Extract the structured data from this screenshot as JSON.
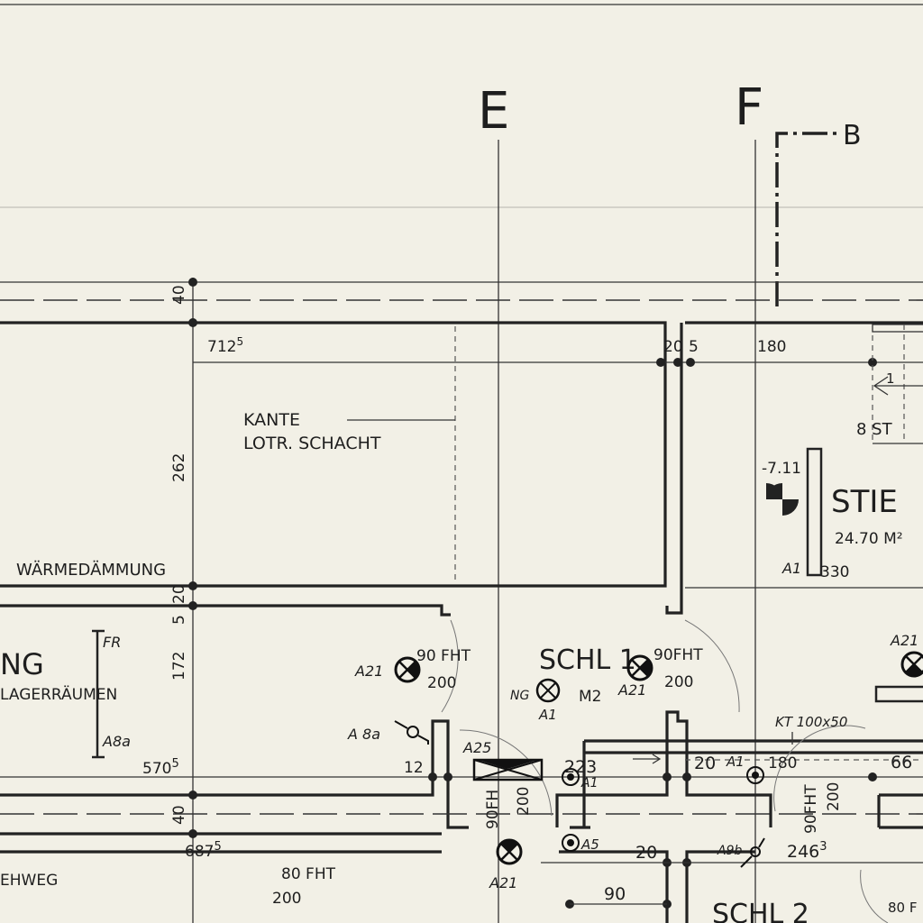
{
  "grid": {
    "axis_e": "E",
    "axis_f": "F",
    "section": "B"
  },
  "shaft": {
    "label_line1": "KANTE",
    "label_line2": "LOTR. SCHACHT"
  },
  "insulation": "WÄRMEDÄMMUNG",
  "left_room": {
    "name_fragment": "NG",
    "subtitle_fragment": "LAGERRÄUMEN",
    "fr": "FR",
    "a8a": "A8a"
  },
  "walkway": "EHWEG",
  "dimensions": {
    "d40_top": "40",
    "d262": "262",
    "d20": "20",
    "d5": "5",
    "d172": "172",
    "d40_bot": "40",
    "d712": "712",
    "d712_sup": "5",
    "d570": "570",
    "d570_sup": "5",
    "d687": "687",
    "d687_sup": "5",
    "d20_5": "20",
    "d20_5b": "5",
    "d180": "180",
    "d12": "12",
    "d223": "223",
    "d20b": "20",
    "d180b": "180",
    "d20c": "20",
    "d90": "90",
    "d246": "246",
    "d246_sup": "3",
    "d66": "66",
    "d330": "330",
    "level": "-7.11"
  },
  "doors": [
    {
      "w": "90 FHT",
      "h": "200"
    },
    {
      "w": "90FHT",
      "h": "200"
    },
    {
      "w": "90FHT",
      "h": "200"
    },
    {
      "w": "90FH",
      "h": "200"
    },
    {
      "w": "80 FHT",
      "h": "200"
    },
    {
      "w": "80 F"
    }
  ],
  "rooms": {
    "schl1": "SCHL 1",
    "schl1_ng": "NG",
    "schl1_area": "M2",
    "schl1_a1": "A1",
    "schl2": "SCHL 2",
    "stie": "STIE",
    "stie_area": "24.70 M²",
    "stairs": "8 ST",
    "stairs_num": "1"
  },
  "symbols": {
    "a21": "A21",
    "a8a": "A 8a",
    "a25": "A25",
    "a1": "A1",
    "a5": "A5",
    "a9b": "A9b",
    "kt": "KT 100x50"
  }
}
